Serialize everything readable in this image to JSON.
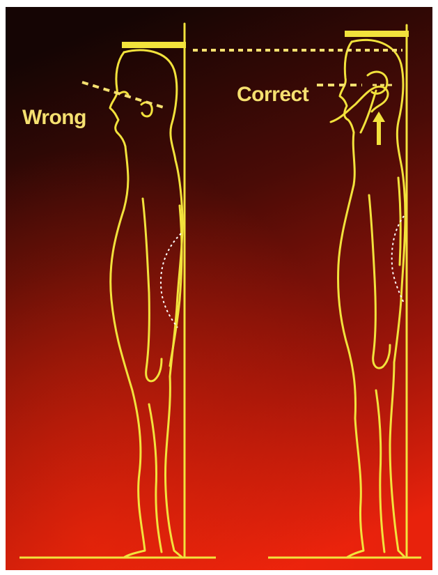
{
  "labels": {
    "wrong": "Wrong",
    "correct": "Correct"
  },
  "colors": {
    "background_top": "#1a0705",
    "background_mid": "#7a1108",
    "background_bottom": "#e01a0a",
    "outline": "#f2e23c",
    "label": "#f5e070",
    "frame": "#ffffff"
  },
  "icons": {
    "head_level_bar": "measure-bar",
    "upward_arrow": "arrow-up"
  }
}
